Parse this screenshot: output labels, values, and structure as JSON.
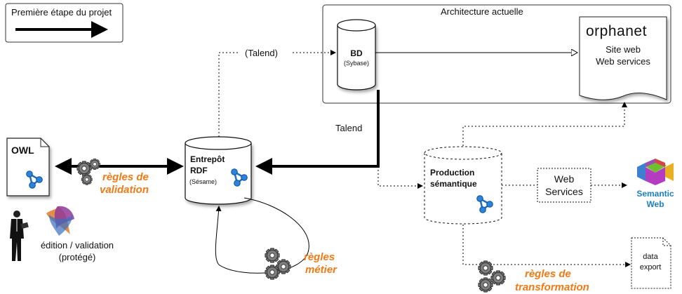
{
  "legend": {
    "label": "Première étape du projet"
  },
  "architecture": {
    "title": "Architecture actuelle"
  },
  "bd": {
    "label": "BD",
    "sub": "(Sybase)"
  },
  "orphanet": {
    "logo": "orphanet",
    "line1": "Site web",
    "line2": "Web services"
  },
  "talend_paren": "(Talend)",
  "talend": "Talend",
  "owl": {
    "label": "OWL"
  },
  "entrepot": {
    "line1": "Entrepôt",
    "line2": "RDF",
    "sub": "(Sésame)"
  },
  "production": {
    "line1": "Production",
    "line2": "sémantique"
  },
  "web_services": {
    "line1": "Web",
    "line2": "Services"
  },
  "semantic_web": {
    "line1": "Semantic",
    "line2": "Web"
  },
  "data_export": {
    "line1": "data",
    "line2": "export"
  },
  "regles_validation": {
    "line1": "règles de",
    "line2": "validation"
  },
  "regles_metier": {
    "line1": "règles",
    "line2": "métier"
  },
  "regles_transformation": {
    "line1": "règles de",
    "line2": "transformation"
  },
  "edition": {
    "line1": "édition / validation",
    "line2": "(protégé)"
  },
  "colors": {
    "accent_orange": "#f07a16",
    "rdf_blue": "#1f6fc4",
    "sw_blue": "#1c7fc2"
  }
}
